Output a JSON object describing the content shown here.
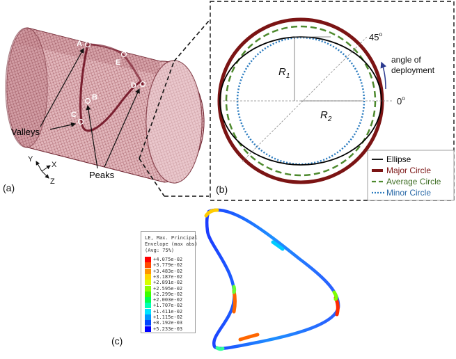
{
  "panel_a": {
    "label": "(a)",
    "points": {
      "A": "A",
      "B": "B",
      "C": "C",
      "D": "D",
      "E": "E"
    },
    "valleys_label": "Valleys",
    "peaks_label": "Peaks",
    "axes": {
      "y": "Y",
      "x": "X",
      "z": "Z"
    },
    "colors": {
      "mesh_fill": "#d9a8ae",
      "mesh_line": "#7a2b36",
      "curve": "#7a2030"
    }
  },
  "panel_b": {
    "label": "(b)",
    "r1": "R",
    "r1_sub": "1",
    "r2": "R",
    "r2_sub": "2",
    "angle_45": "45",
    "angle_0": "0",
    "degree_mark": "o",
    "angle_caption_1": "angle of",
    "angle_caption_2": "deployment",
    "legend": [
      {
        "label": "Ellipse",
        "color": "#000000",
        "style": "solid"
      },
      {
        "label": "Major Circle",
        "color": "#7b1414",
        "style": "thick"
      },
      {
        "label": "Average Circle",
        "color": "#4e8a2e",
        "style": "dashed"
      },
      {
        "label": "Minor Circle",
        "color": "#2a7bbf",
        "style": "dotted"
      }
    ]
  },
  "panel_c": {
    "label": "(c)",
    "legend_title_1": "LE, Max. Principal",
    "legend_title_2": "Envelope (max abs)",
    "legend_title_3": "(Avg: 75%)",
    "scale": [
      {
        "value": "+4.075e-02",
        "color": "#ff0000"
      },
      {
        "value": "+3.779e-02",
        "color": "#ff4a00"
      },
      {
        "value": "+3.483e-02",
        "color": "#ff9400"
      },
      {
        "value": "+3.187e-02",
        "color": "#ffd600"
      },
      {
        "value": "+2.891e-02",
        "color": "#d8ff00"
      },
      {
        "value": "+2.595e-02",
        "color": "#8cff00"
      },
      {
        "value": "+2.299e-02",
        "color": "#3cff00"
      },
      {
        "value": "+2.003e-02",
        "color": "#00ff50"
      },
      {
        "value": "+1.707e-02",
        "color": "#00ffb4"
      },
      {
        "value": "+1.411e-02",
        "color": "#00e4ff"
      },
      {
        "value": "+1.115e-02",
        "color": "#0096ff"
      },
      {
        "value": "+8.192e-03",
        "color": "#0046ff"
      },
      {
        "value": "+5.233e-03",
        "color": "#0000ff"
      }
    ]
  }
}
